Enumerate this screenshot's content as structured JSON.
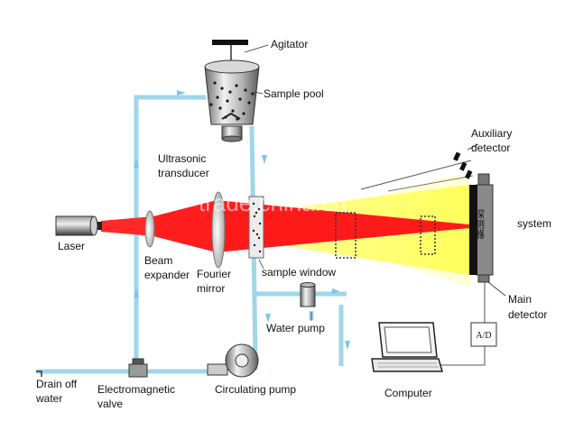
{
  "labels": {
    "agitator": "Agitator",
    "sample_pool": "Sample pool",
    "ultrasonic_1": "Ultrasonic",
    "ultrasonic_2": "transducer",
    "auxiliary_1": "Auxiliary",
    "auxiliary_2": "detector",
    "system": "system",
    "laser": "Laser",
    "beam_expander_1": "Beam",
    "beam_expander_2": "expander",
    "fourier_mirror_1": "Fourier",
    "fourier_mirror_2": "mirror",
    "sample_window": "sample window",
    "main_detector_1": "Main",
    "main_detector_2": "detector",
    "water_pump": "Water pump",
    "ad": "A/D",
    "drain_off_1": "Drain off",
    "drain_off_2": "water",
    "electromagnetic_1": "Electromagnetic",
    "electromagnetic_2": "valve",
    "circulating_pump": "Circulating pump",
    "computer": "Computer",
    "detector_chinese": "探测器",
    "watermark": "trade.china.cn"
  },
  "colors": {
    "pipe": "#9fd6ea",
    "beam": "#ff2020",
    "scatter": "#ffff60",
    "detector": "#111111"
  }
}
